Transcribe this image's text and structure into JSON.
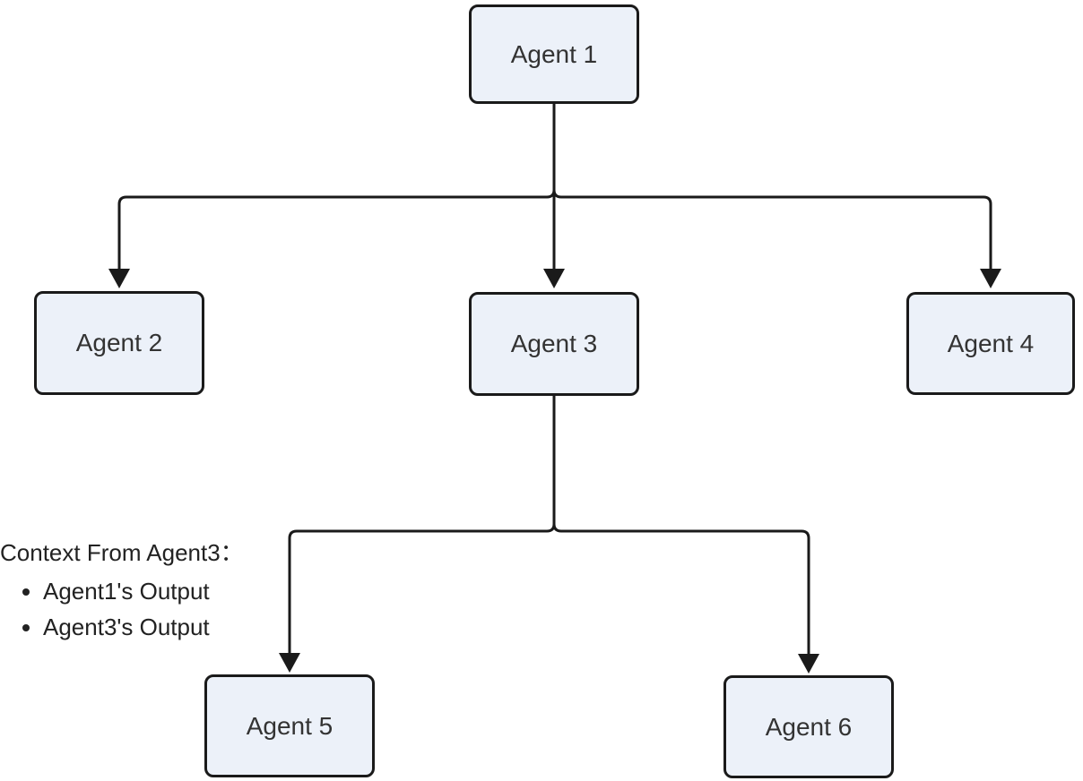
{
  "diagram": {
    "type": "flowchart",
    "nodes": [
      {
        "id": "agent1",
        "label": "Agent 1"
      },
      {
        "id": "agent2",
        "label": "Agent 2"
      },
      {
        "id": "agent3",
        "label": "Agent 3"
      },
      {
        "id": "agent4",
        "label": "Agent 4"
      },
      {
        "id": "agent5",
        "label": "Agent 5"
      },
      {
        "id": "agent6",
        "label": "Agent 6"
      }
    ],
    "edges": [
      {
        "from": "agent1",
        "to": "agent2"
      },
      {
        "from": "agent1",
        "to": "agent3"
      },
      {
        "from": "agent1",
        "to": "agent4"
      },
      {
        "from": "agent3",
        "to": "agent5"
      },
      {
        "from": "agent3",
        "to": "agent6"
      }
    ],
    "annotation": {
      "title": "Context From Agent3：",
      "items": [
        "Agent1's Output",
        "Agent3's Output"
      ]
    },
    "colors": {
      "background": "#FFFFFF",
      "node_fill": "#ECF1F9",
      "node_border": "#1A1A1A",
      "edge": "#1A1A1A",
      "node_text": "#333333",
      "annotation_text": "#222222"
    }
  }
}
